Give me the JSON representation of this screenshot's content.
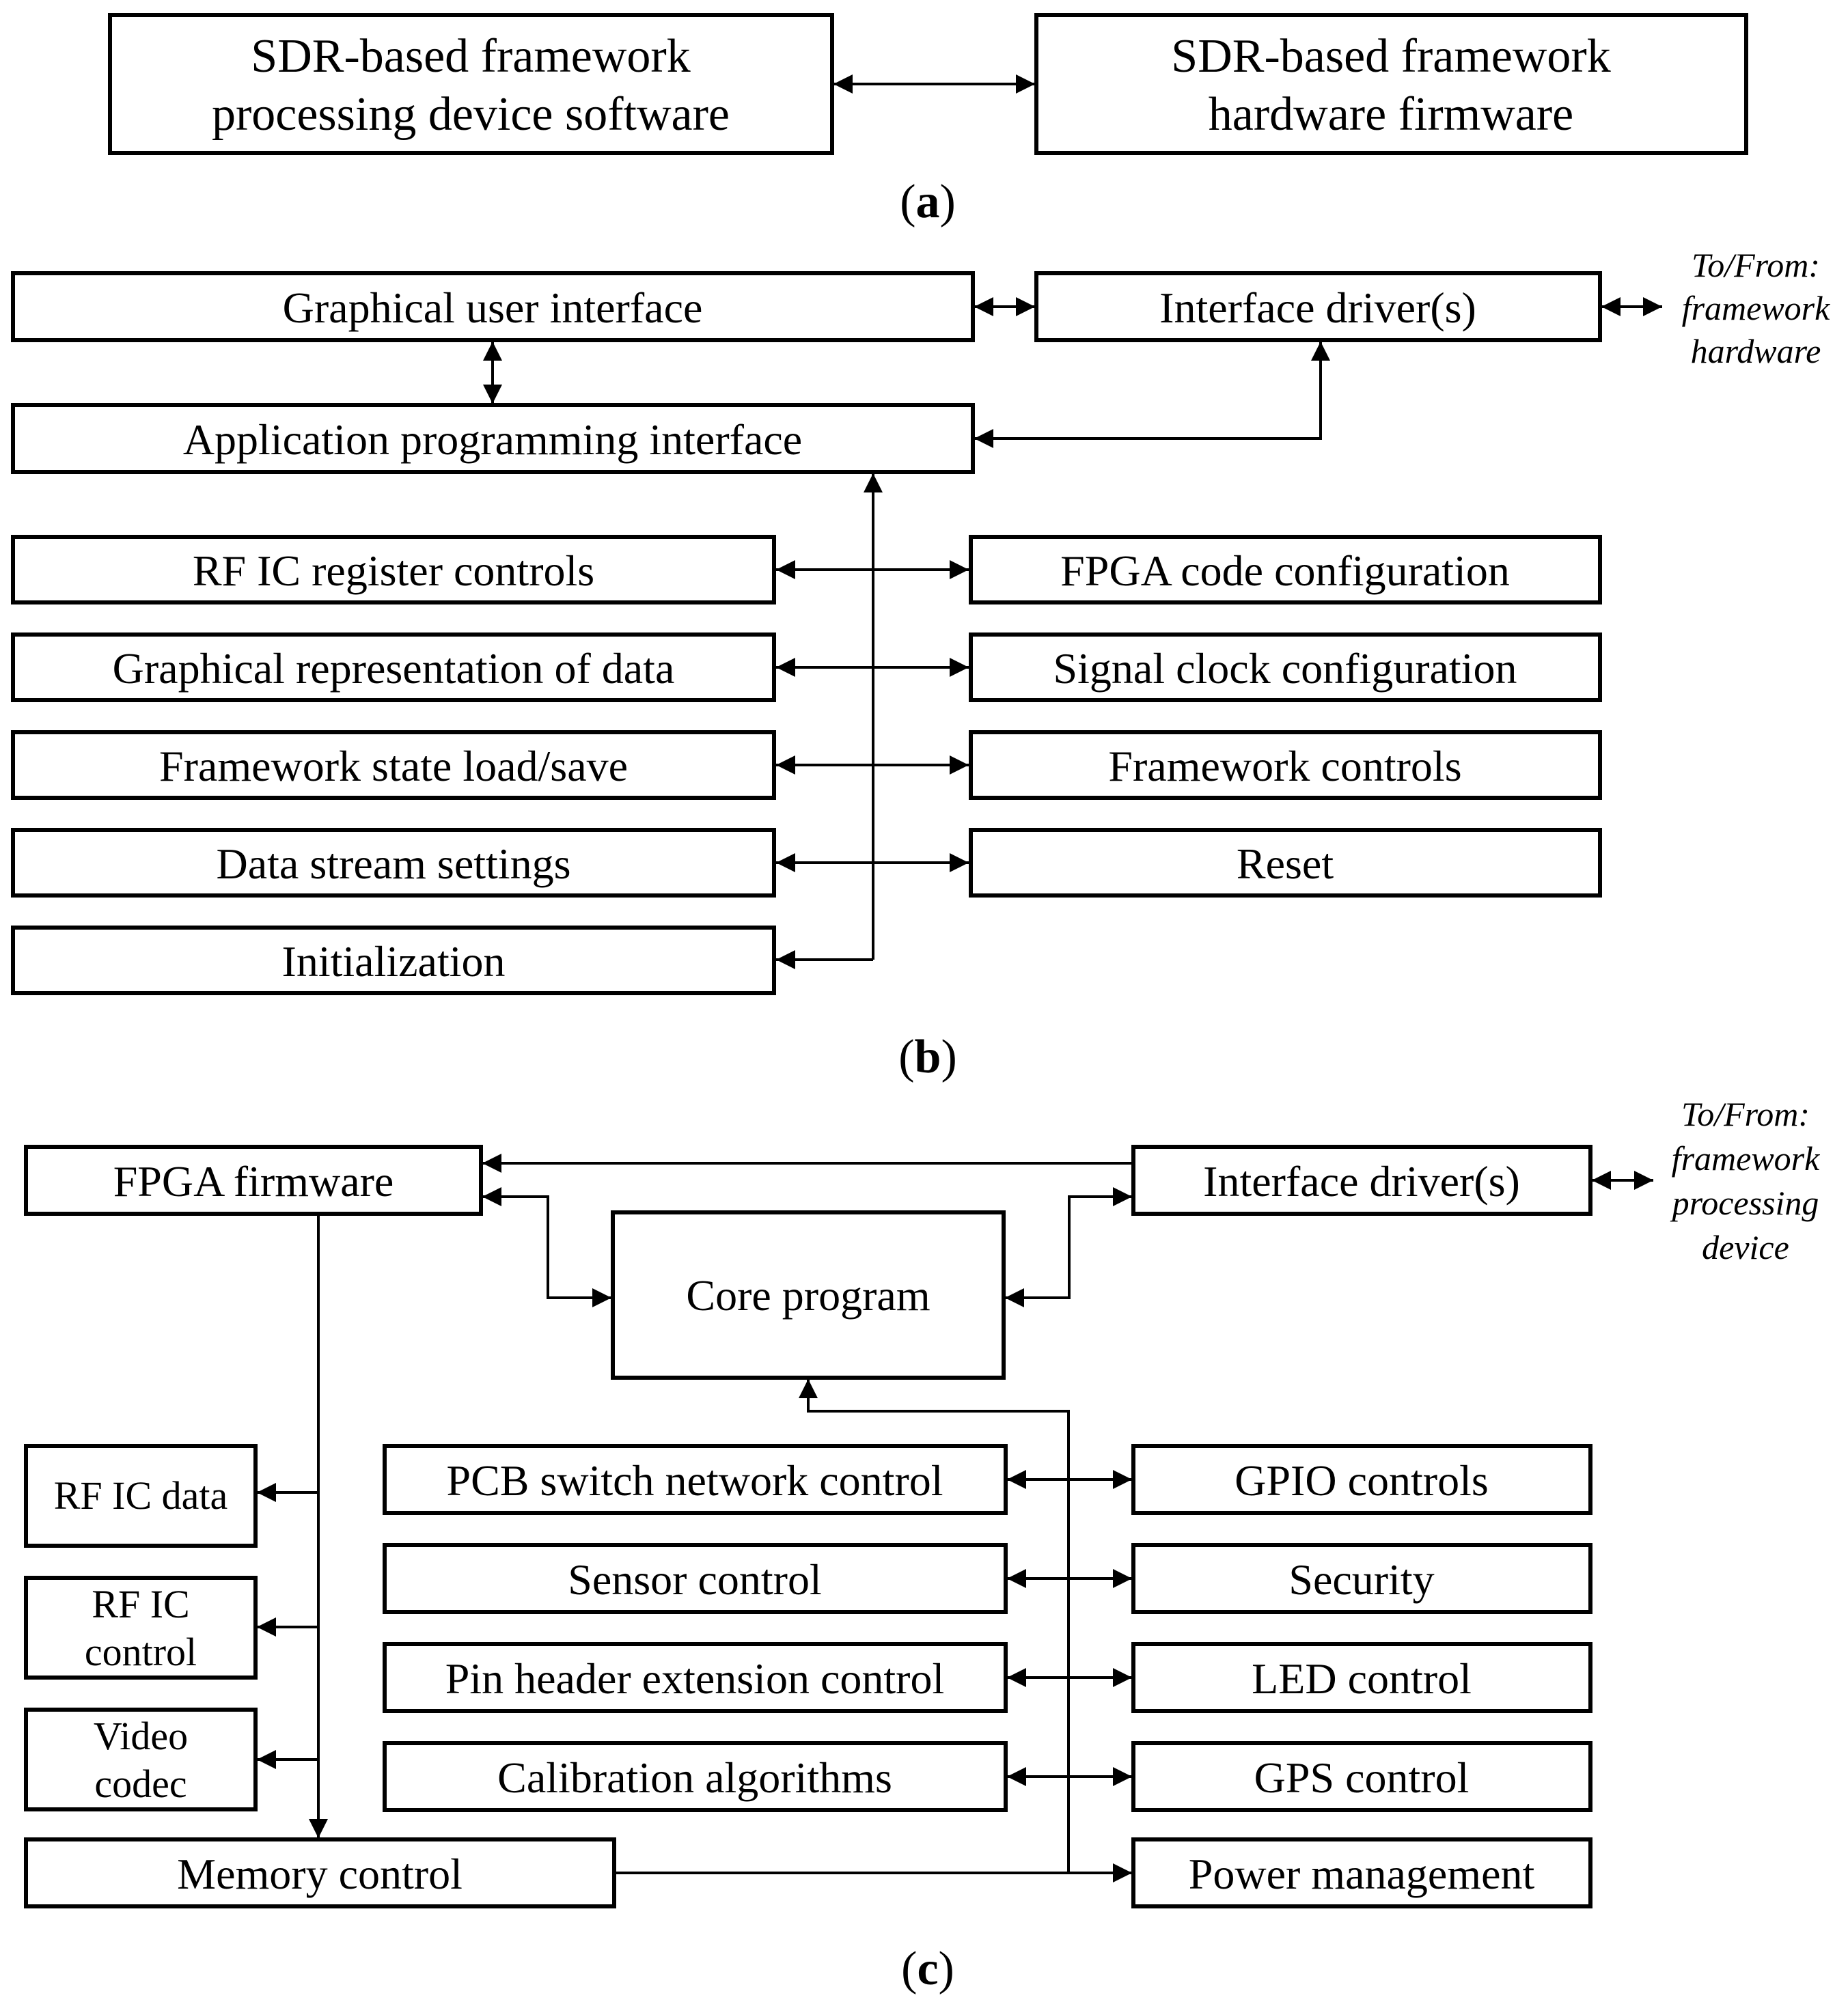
{
  "panel_a": {
    "software_line1": "SDR-based framework",
    "software_line2": "processing device software",
    "hardware_line1": "SDR-based framework",
    "hardware_line2": "hardware firmware",
    "caption_open": "(",
    "caption_letter": "a",
    "caption_close": ")"
  },
  "panel_b": {
    "gui": "Graphical user interface",
    "api": "Application programming interface",
    "interface_drivers": "Interface driver(s)",
    "external_line1": "To/From:",
    "external_line2": "framework",
    "external_line3": "hardware",
    "left_blocks": [
      "RF IC register controls",
      "Graphical representation of data",
      "Framework state load/save",
      "Data stream settings",
      "Initialization"
    ],
    "right_blocks": [
      "FPGA code configuration",
      "Signal clock configuration",
      "Framework controls",
      "Reset"
    ],
    "caption_open": "(",
    "caption_letter": "b",
    "caption_close": ")"
  },
  "panel_c": {
    "fpga_firmware": "FPGA firmware",
    "interface_drivers": "Interface driver(s)",
    "core_program": "Core program",
    "external_line1": "To/From:",
    "external_line2": "framework",
    "external_line3": "processing",
    "external_line4": "device",
    "rf_ic_data": "RF IC data",
    "rf_ic_control_line1": "RF IC",
    "rf_ic_control_line2": "control",
    "video_codec_line1": "Video",
    "video_codec_line2": "codec",
    "memory_control": "Memory control",
    "middle_blocks": [
      "PCB switch network control",
      "Sensor control",
      "Pin header extension control",
      "Calibration algorithms"
    ],
    "right_blocks": [
      "GPIO controls",
      "Security",
      "LED control",
      "GPS control",
      "Power management"
    ],
    "caption_open": "(",
    "caption_letter": "c",
    "caption_close": ")"
  }
}
